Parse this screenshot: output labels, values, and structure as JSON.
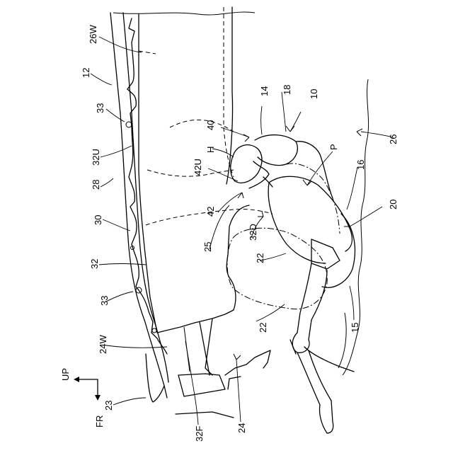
{
  "labels": {
    "l_26W": "26W",
    "l_12": "12",
    "l_33a": "33",
    "l_32U": "32U",
    "l_28": "28",
    "l_30": "30",
    "l_32": "32",
    "l_33b": "33",
    "l_24W": "24W",
    "l_23": "23",
    "l_32F": "32F",
    "l_24": "24",
    "l_22a": "22",
    "l_22b": "22",
    "l_15": "15",
    "l_25": "25",
    "l_32D": "32D",
    "l_42": "42",
    "l_42U": "42U",
    "l_H": "H",
    "l_40": "40",
    "l_14": "14",
    "l_18": "18",
    "l_10": "10",
    "l_P": "P",
    "l_16": "16",
    "l_26": "26",
    "l_20": "20"
  },
  "direction": {
    "up": "UP",
    "fr": "FR"
  }
}
